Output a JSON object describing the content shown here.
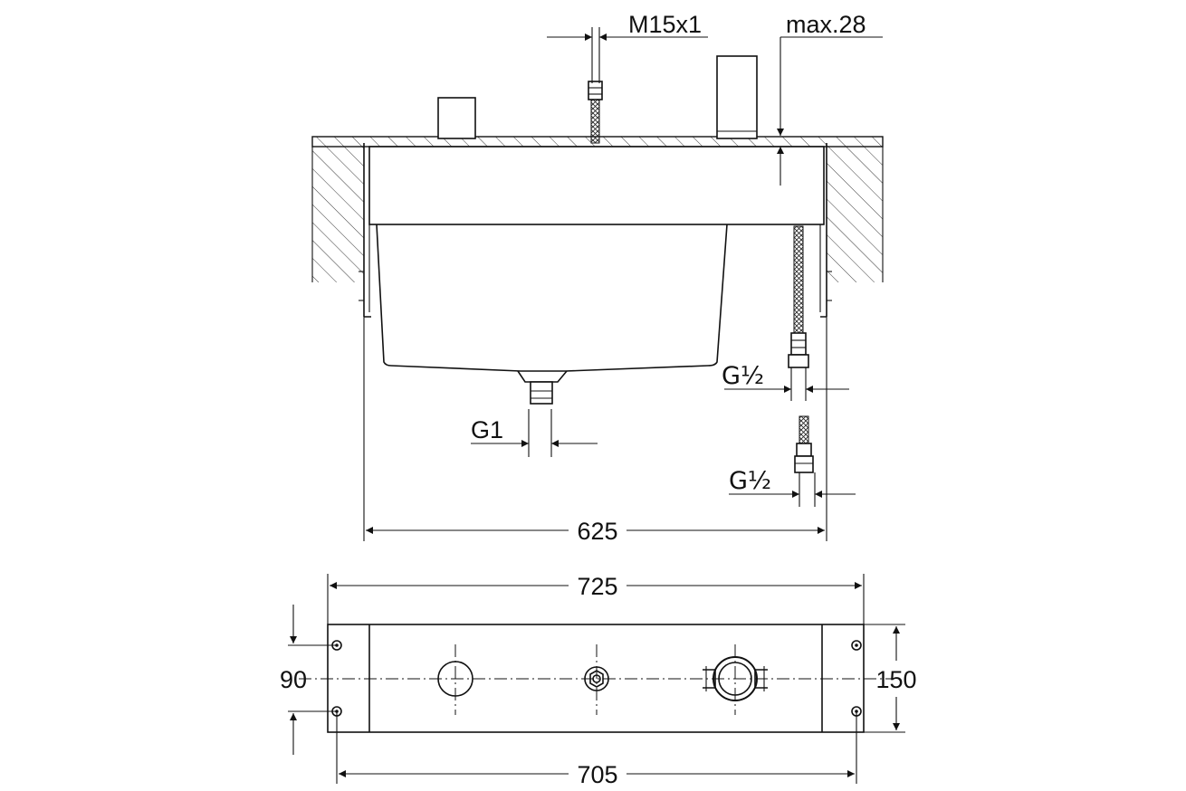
{
  "dimensions": {
    "m15x1": "M15x1",
    "max28": "max.28",
    "g_half_upper": "G½",
    "g1": "G1",
    "g_half_lower": "G½",
    "d625": "625",
    "d725": "725",
    "d90": "90",
    "d150": "150",
    "d705": "705"
  },
  "colors": {
    "line": "#111111",
    "background": "#ffffff"
  }
}
